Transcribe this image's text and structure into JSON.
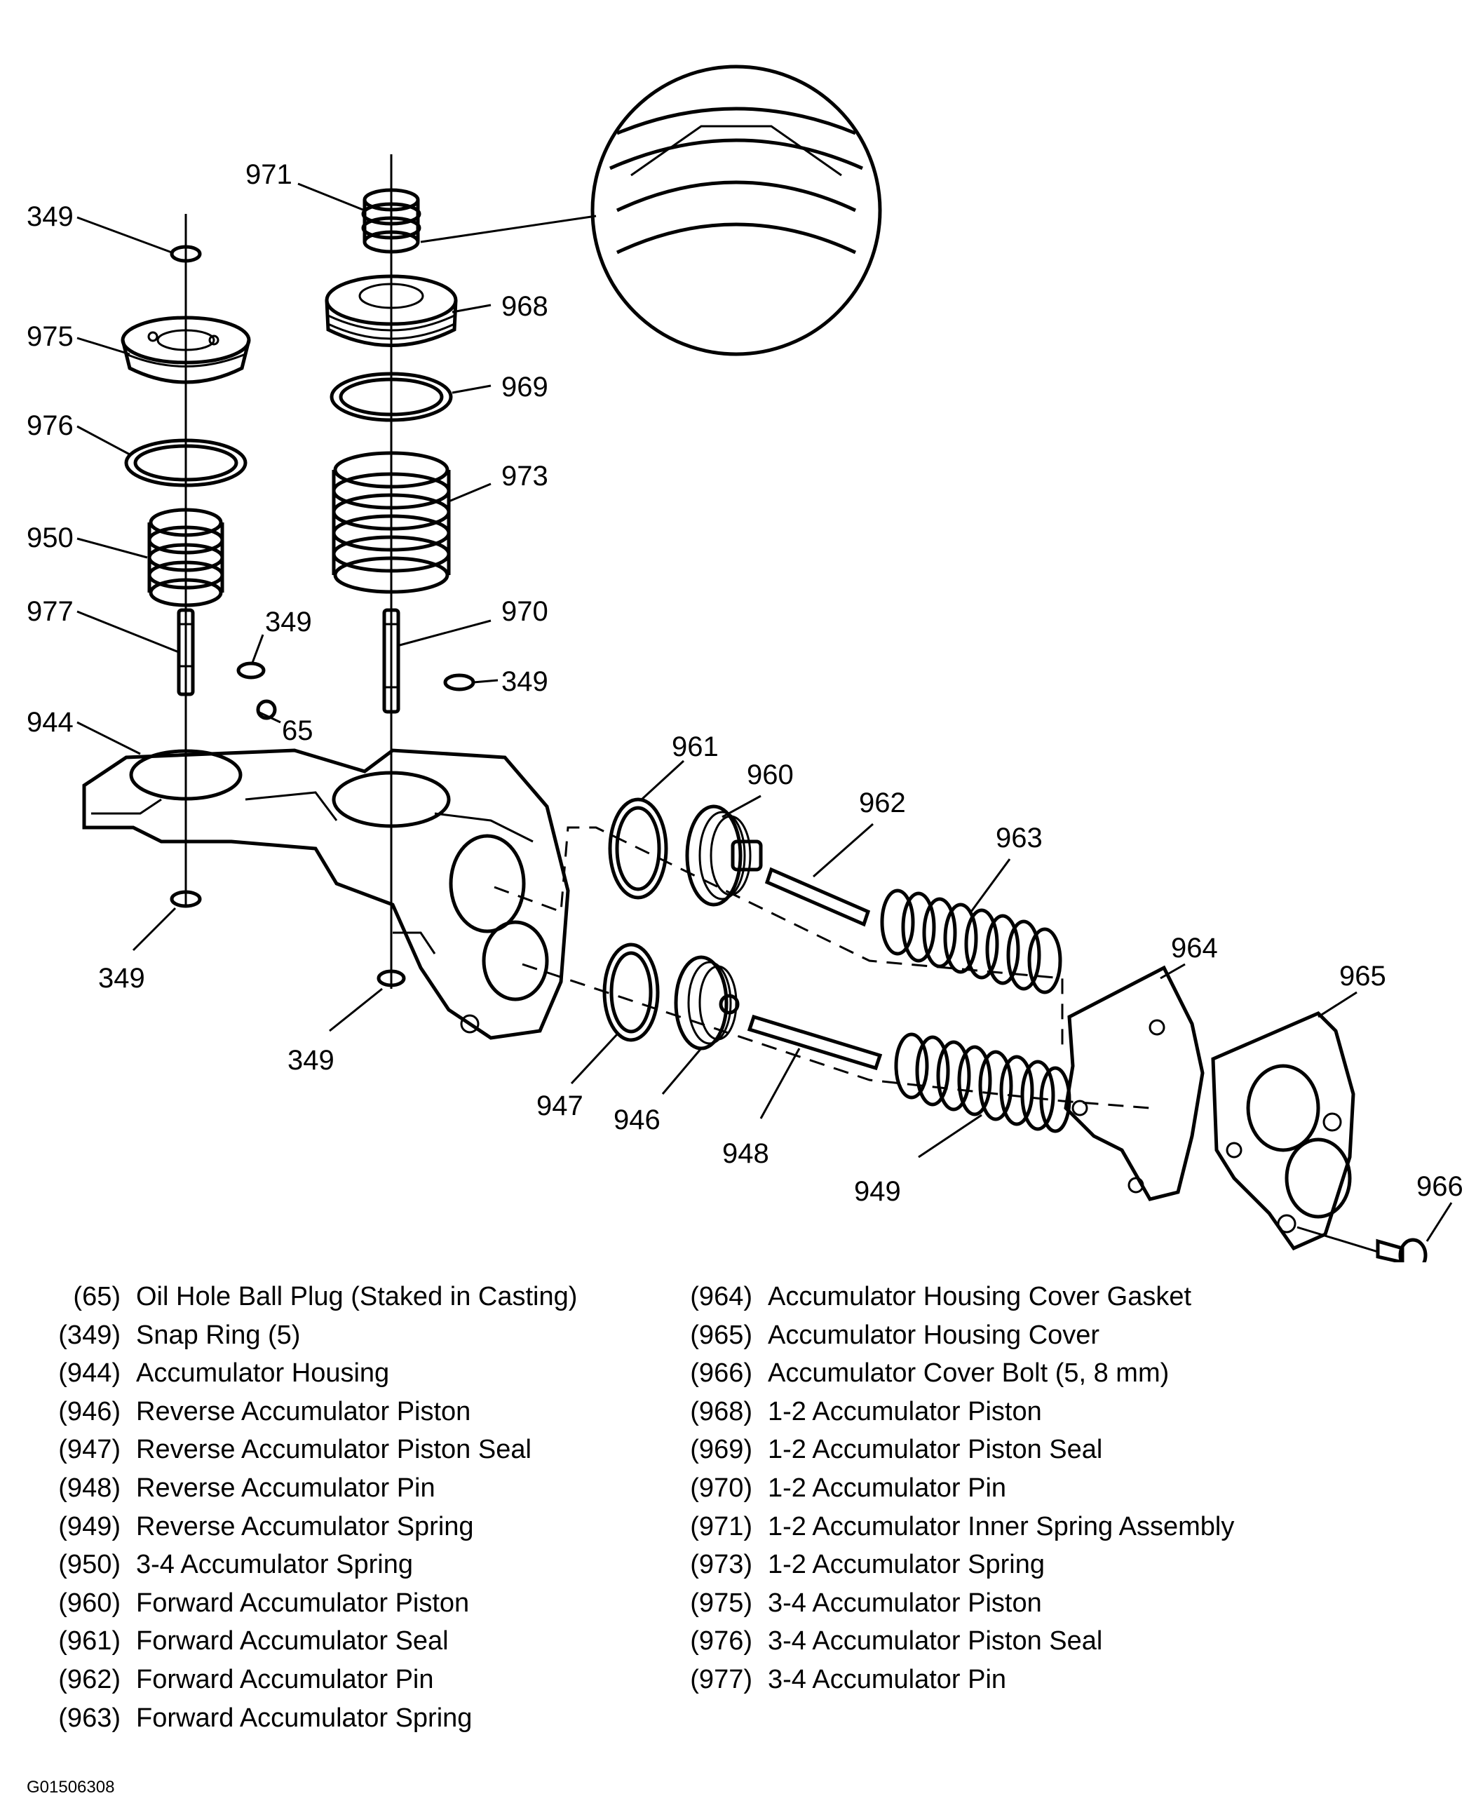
{
  "callouts": {
    "c349a": "349",
    "c975": "975",
    "c976": "976",
    "c950": "950",
    "c977": "977",
    "c349b": "349",
    "c944": "944",
    "c65": "65",
    "c349c": "349",
    "c971": "971",
    "c968": "968",
    "c969": "969",
    "c973": "973",
    "c970": "970",
    "c349d": "349",
    "c349e": "349",
    "c961": "961",
    "c960": "960",
    "c962": "962",
    "c963": "963",
    "c947": "947",
    "c946": "946",
    "c948": "948",
    "c949": "949",
    "c964": "964",
    "c965": "965",
    "c966": "966"
  },
  "legend_left": [
    {
      "num": "(65)",
      "text": "Oil Hole Ball Plug (Staked in Casting)"
    },
    {
      "num": "(349)",
      "text": "Snap Ring (5)"
    },
    {
      "num": "(944)",
      "text": "Accumulator Housing"
    },
    {
      "num": "(946)",
      "text": "Reverse Accumulator Piston"
    },
    {
      "num": "(947)",
      "text": "Reverse Accumulator Piston Seal"
    },
    {
      "num": "(948)",
      "text": "Reverse Accumulator Pin"
    },
    {
      "num": "(949)",
      "text": "Reverse Accumulator Spring"
    },
    {
      "num": "(950)",
      "text": "3-4 Accumulator Spring"
    },
    {
      "num": "(960)",
      "text": "Forward Accumulator Piston"
    },
    {
      "num": "(961)",
      "text": "Forward Accumulator Seal"
    },
    {
      "num": "(962)",
      "text": "Forward Accumulator Pin"
    },
    {
      "num": "(963)",
      "text": "Forward Accumulator Spring"
    }
  ],
  "legend_right": [
    {
      "num": "(964)",
      "text": "Accumulator Housing Cover Gasket"
    },
    {
      "num": "(965)",
      "text": "Accumulator Housing Cover"
    },
    {
      "num": "(966)",
      "text": "Accumulator Cover Bolt (5, 8 mm)"
    },
    {
      "num": "(968)",
      "text": "1-2 Accumulator Piston"
    },
    {
      "num": "(969)",
      "text": "1-2 Accumulator Piston Seal"
    },
    {
      "num": "(970)",
      "text": "1-2 Accumulator Pin"
    },
    {
      "num": "(971)",
      "text": "1-2 Accumulator Inner Spring Assembly"
    },
    {
      "num": "(973)",
      "text": "1-2 Accumulator Spring"
    },
    {
      "num": "(975)",
      "text": "3-4 Accumulator Piston"
    },
    {
      "num": "(976)",
      "text": "3-4 Accumulator Piston Seal"
    },
    {
      "num": "(977)",
      "text": "3-4 Accumulator Pin"
    }
  ],
  "figure_id": "G01506308"
}
